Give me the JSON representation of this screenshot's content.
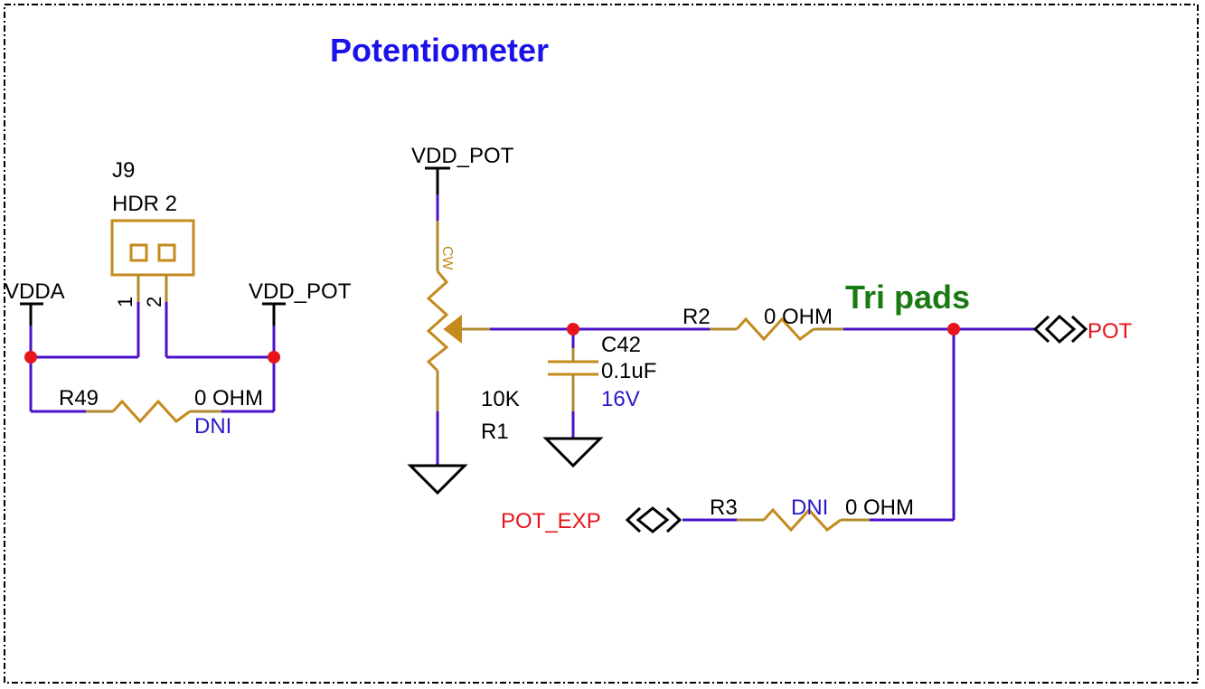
{
  "title": "Potentiometer",
  "annotation": "Tri pads",
  "colors": {
    "wire": "#4a12c8",
    "component": "#c48a1c",
    "junction": "#e8141c",
    "title": "#1a12e8",
    "annotation": "#1a7a12",
    "net_label": "#e8141c",
    "param": "#2a1ac8"
  },
  "labels": {
    "vdda": "VDDA",
    "vdd_pot_left": "VDD_POT",
    "vdd_pot_center": "VDD_POT",
    "j9_ref": "J9",
    "j9_value": "HDR 2",
    "j9_pin1": "1",
    "j9_pin2": "2",
    "r49_ref": "R49",
    "r49_value": "0 OHM",
    "r49_dni": "DNI",
    "pot_cw": "CW",
    "r1_value": "10K",
    "r1_ref": "R1",
    "c42_ref": "C42",
    "c42_value": "0.1uF",
    "c42_voltage": "16V",
    "r2_ref": "R2",
    "r2_value": "0 OHM",
    "pot_net": "POT",
    "pot_exp_net": "POT_EXP",
    "r3_ref": "R3",
    "r3_dni": "DNI",
    "r3_value": "0 OHM"
  }
}
